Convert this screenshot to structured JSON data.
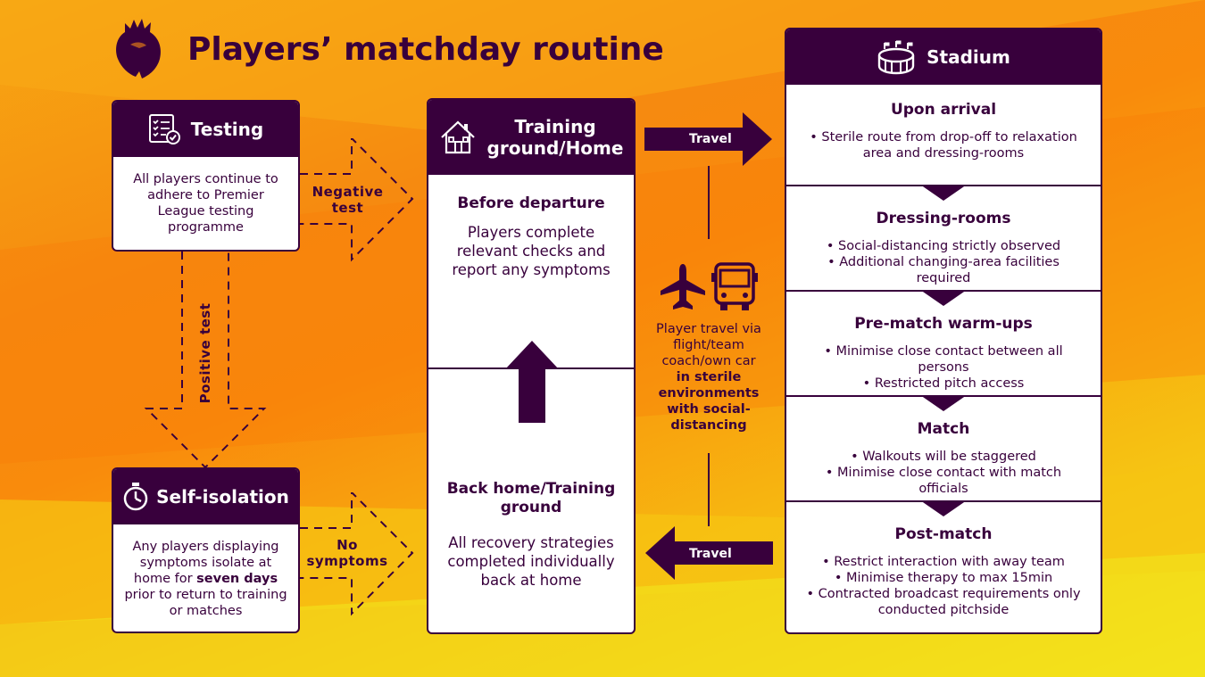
{
  "title": "Players’ matchday routine",
  "testing": {
    "heading": "Testing",
    "body": "All players continue to adhere to Premier League testing programme"
  },
  "self_isolation": {
    "heading": "Self-isolation",
    "body_pre": "Any players displaying symptoms isolate at home for ",
    "body_bold": "seven days",
    "body_post": " prior to return to training or matches"
  },
  "arrows": {
    "negative_test_line1": "Negative",
    "negative_test_line2": "test",
    "positive_test": "Positive test",
    "no_symptoms_line1": "No",
    "no_symptoms_line2": "symptoms",
    "travel_out": "Travel",
    "travel_back": "Travel"
  },
  "training": {
    "heading_line1": "Training",
    "heading_line2": "ground/Home",
    "before_title": "Before departure",
    "before_body": "Players complete relevant checks and report any symptoms",
    "back_title": "Back home/Training ground",
    "back_body": "All recovery strategies completed individually back at home"
  },
  "travel_info": {
    "line_plain": "Player travel via flight/team coach/own car",
    "line_bold": "in sterile environments with social-distancing"
  },
  "stadium": {
    "heading": "Stadium",
    "sections": [
      {
        "title": "Upon arrival",
        "items": [
          "Sterile route from drop-off to relaxation area and dressing-rooms"
        ]
      },
      {
        "title": "Dressing-rooms",
        "items": [
          "Social-distancing strictly observed",
          "Additional changing-area facilities required"
        ]
      },
      {
        "title": "Pre-match warm-ups",
        "items": [
          "Minimise close contact between all persons",
          "Restricted pitch access"
        ]
      },
      {
        "title": "Match",
        "items": [
          "Walkouts will be staggered",
          "Minimise close contact with match officials"
        ]
      },
      {
        "title": "Post-match",
        "items": [
          "Restrict interaction with away team",
          "Minimise therapy to max 15min",
          "Contracted broadcast requirements only conducted pitchside"
        ]
      }
    ]
  },
  "colors": {
    "brand_purple": "#38003c",
    "background_orange": "#f68a10",
    "background_yellow": "#f4e11a"
  },
  "icons": [
    "premier-league-lion-icon",
    "checklist-icon",
    "house-icon",
    "stadium-icon",
    "stopwatch-icon",
    "airplane-icon",
    "bus-icon"
  ]
}
